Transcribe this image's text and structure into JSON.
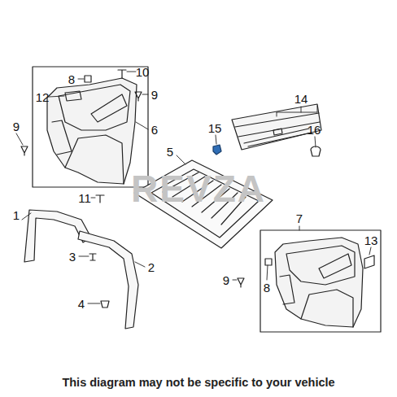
{
  "diagram": {
    "caption": "This diagram may not be specific to your vehicle",
    "labels": [
      "8",
      "10",
      "12",
      "9",
      "9",
      "6",
      "14",
      "15",
      "16",
      "5",
      "11",
      "1",
      "7",
      "3",
      "2",
      "13",
      "9",
      "8",
      "4",
      "REVZA"
    ]
  }
}
